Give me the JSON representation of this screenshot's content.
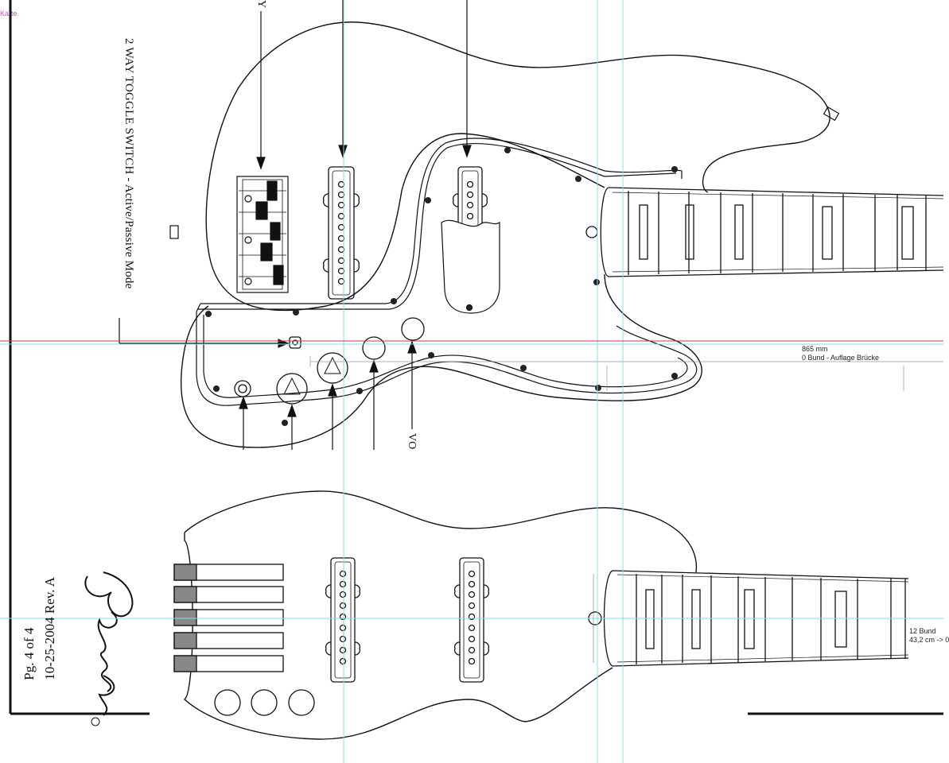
{
  "corner_tag": "Karte",
  "labels": {
    "toggle_switch": "2 WAY TOGGLE SWITCH - Active/Passive Mode",
    "top_fragment": "Y",
    "volume": "VO",
    "page": "Pg. 4 of 4",
    "date_rev": "10-25-2004  Rev. A"
  },
  "dimensions": {
    "scale_length": "865 mm",
    "scale_desc": "0 Bund - Auflage Brücke",
    "fret12": "12 Bund",
    "fret12_dist": "43,2 cm -> 0"
  },
  "colors": {
    "guide": "#7fe0ea",
    "center_line": "#e03040",
    "ink": "#111111",
    "bridge_saddle": "#888888"
  }
}
